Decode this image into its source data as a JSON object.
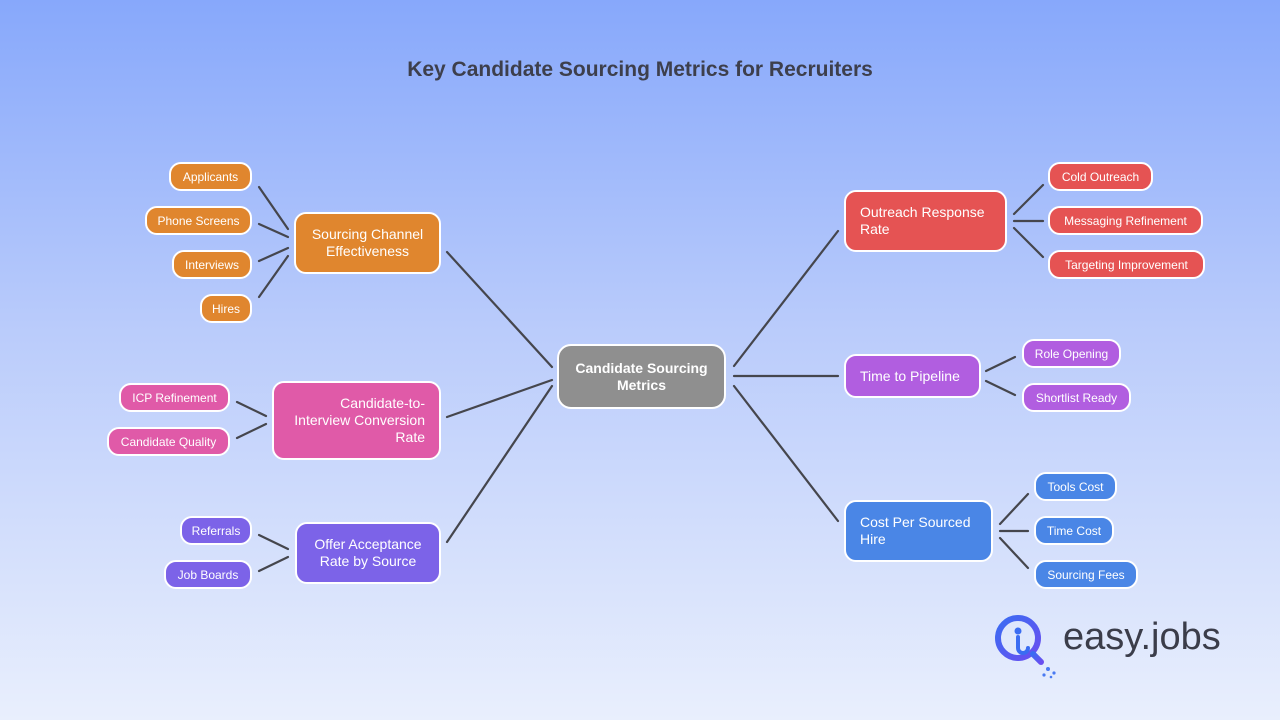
{
  "title": "Key Candidate Sourcing Metrics for Recruiters",
  "central": "Candidate Sourcing Metrics",
  "colors": {
    "orange": "#e0862e",
    "pink": "#e05aa8",
    "violet": "#7c63e8",
    "red": "#e55353",
    "purple": "#b15ee0",
    "blue": "#4a86e6",
    "central": "#8f8f8f",
    "connector": "#45464d"
  },
  "branches": {
    "sourcing_channel": {
      "label": "Sourcing Channel Effectiveness",
      "leaves": [
        "Applicants",
        "Phone Screens",
        "Interviews",
        "Hires"
      ]
    },
    "conversion_rate": {
      "label": "Candidate-to-Interview Conversion Rate",
      "leaves": [
        "ICP Refinement",
        "Candidate Quality"
      ]
    },
    "offer_acceptance": {
      "label": "Offer Acceptance Rate by Source",
      "leaves": [
        "Referrals",
        "Job Boards"
      ]
    },
    "outreach_response": {
      "label": "Outreach Response Rate",
      "leaves": [
        "Cold Outreach",
        "Messaging Refinement",
        "Targeting Improvement"
      ]
    },
    "time_to_pipeline": {
      "label": "Time to Pipeline",
      "leaves": [
        "Role Opening",
        "Shortlist Ready"
      ]
    },
    "cost_per_hire": {
      "label": "Cost Per Sourced Hire",
      "leaves": [
        "Tools Cost",
        "Time Cost",
        "Sourcing Fees"
      ]
    }
  },
  "logo": {
    "text": "easy.jobs",
    "icon": "magnifier-person-icon"
  }
}
